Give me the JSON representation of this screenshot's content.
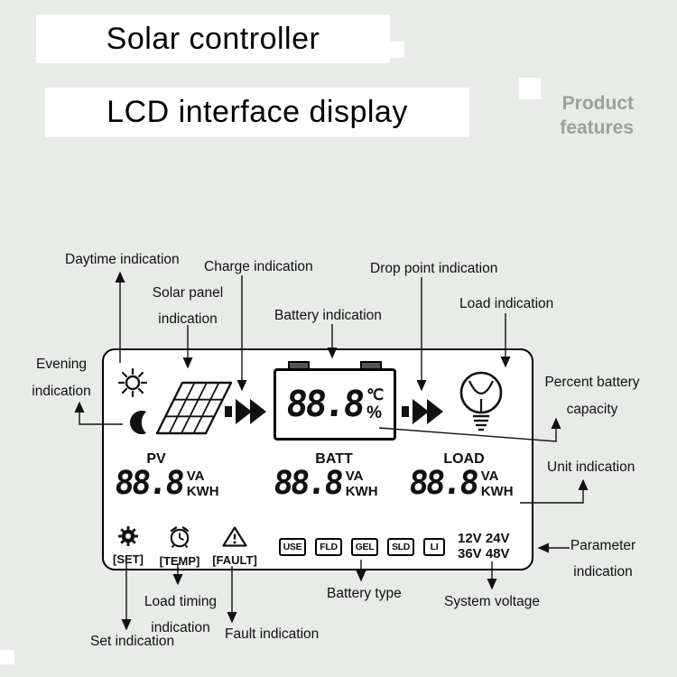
{
  "colors": {
    "background": "#e8ebe8",
    "ink": "#101010",
    "muted": "#9ba19d",
    "panel_bg": "#ffffff"
  },
  "header": {
    "title1": "Solar controller",
    "title2": "LCD interface display",
    "features1": "Product",
    "features2": "features"
  },
  "panel": {
    "sections": {
      "pv": "PV",
      "batt": "BATT",
      "load": "LOAD"
    },
    "temp": {
      "value": "88.8",
      "celsius": "℃",
      "percent": "%"
    },
    "readouts": [
      {
        "value": "88.8",
        "unit1": "VA",
        "unit2": "KWH"
      },
      {
        "value": "88.8",
        "unit1": "VA",
        "unit2": "KWH"
      },
      {
        "value": "88.8",
        "unit1": "VA",
        "unit2": "KWH"
      }
    ],
    "modes": [
      {
        "label": "[SET]",
        "icon": "gear-icon"
      },
      {
        "label": "[TEMP]",
        "icon": "alarm-clock-icon"
      },
      {
        "label": "[FAULT]",
        "icon": "warning-triangle-icon"
      }
    ],
    "battery_types": [
      "USE",
      "FLD",
      "GEL",
      "SLD",
      "LI"
    ],
    "voltage1": "12V 24V",
    "voltage2": "36V 48V"
  },
  "ann": {
    "daytime": "Daytime indication",
    "solar1": "Solar panel",
    "solar2": "indication",
    "charge": "Charge indication",
    "battery": "Battery indication",
    "drop": "Drop point indication",
    "load": "Load indication",
    "evening1": "Evening",
    "evening2": "indication",
    "percent1": "Percent battery",
    "percent2": "capacity",
    "unit": "Unit indication",
    "param1": "Parameter",
    "param2": "indication",
    "set": "Set indication",
    "timing1": "Load timing",
    "timing2": "indication",
    "fault": "Fault indication",
    "btype": "Battery type",
    "voltage": "System voltage"
  }
}
